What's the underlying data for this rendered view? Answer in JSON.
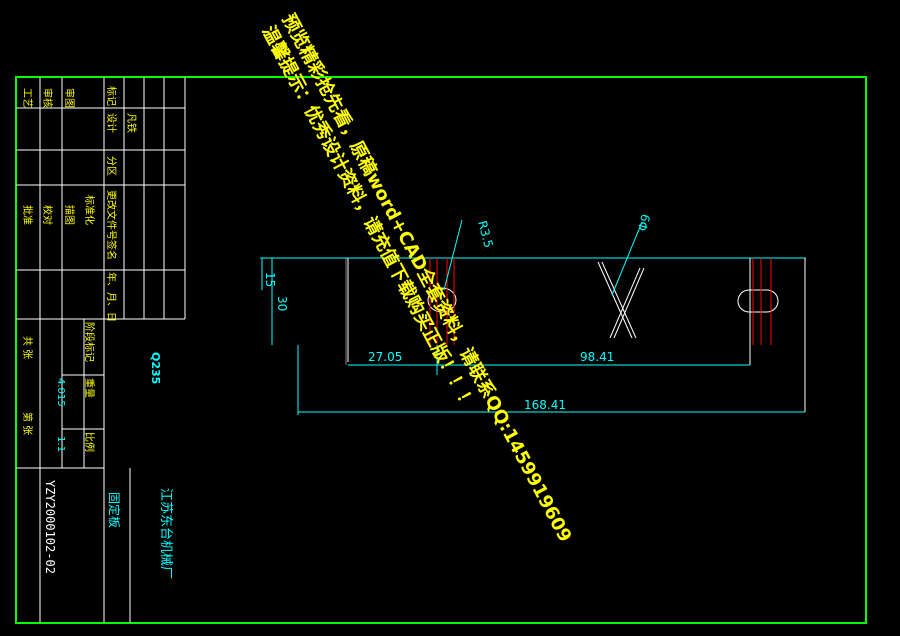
{
  "colors": {
    "background": "#000000",
    "frame": "#00ff00",
    "table": "#ffffff",
    "title_text": "#00ffff",
    "label_text": "#ffff00",
    "dimension": "#00ffff",
    "geometry": "#ffffff",
    "hatch_red": "#ff0000",
    "watermark": "#ffff00"
  },
  "title_block": {
    "left_column": {
      "craft": "工艺",
      "review_1": "审核",
      "drawn_1": "审图",
      "check_1": "描图",
      "review_2": "批准",
      "check_2": "校对",
      "drawn_2": "描图",
      "marker": "标记",
      "design": "设计",
      "drawn_by": "凡铁",
      "zone": "分区",
      "file_no": "更改文件号",
      "standardized": "标准化",
      "signature": "签名",
      "date": "年、月、日",
      "stage_mark": "阶段标记",
      "weight_label": "重量",
      "scale_label": "比例",
      "weight": "4.015",
      "scale": "1:1",
      "sheet_total": "共 张",
      "sheet_no": "第 张"
    },
    "material": "Q235",
    "part_name": "固定板",
    "company": "江苏东台机械厂",
    "drawing_no": "YZY2000102-02"
  },
  "drawing": {
    "dims": {
      "left_vertical_top": "15",
      "left_vertical": "30",
      "diameter_top_left": "R3.5",
      "diameter_top_right": "Φ9",
      "bottom_left": "27.05",
      "bottom_middle": "98.41",
      "bottom_total": "168.41"
    }
  },
  "watermark": {
    "line1": "预览精彩抢先看，原稿word+CAD全套资料，请联系QQ:1459919609",
    "line2": "温馨提示：优秀设计资料，请充值下载购买正版！！！"
  }
}
